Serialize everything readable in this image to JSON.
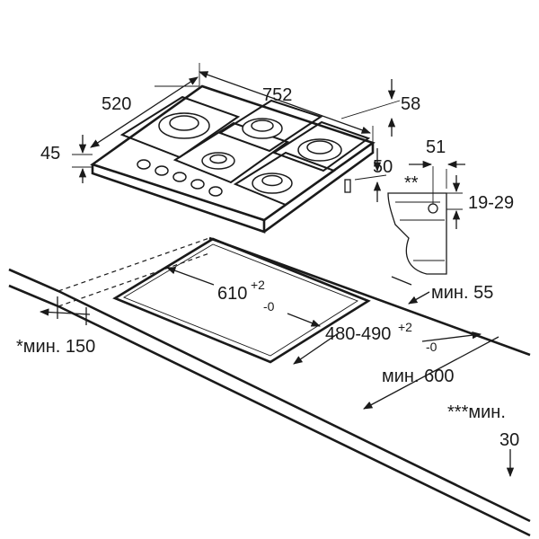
{
  "dimensions": {
    "hob_width": "752",
    "hob_depth": "520",
    "hob_height": "45",
    "rear_offset": "58",
    "side_offset": "50",
    "bracket_width": "51",
    "bracket_mark": "**",
    "worktop_thickness": "19-29",
    "cutout_width_main": "610",
    "cutout_width_plus": "+2",
    "cutout_width_minus": "-0",
    "cutout_depth_main": "480-490",
    "cutout_depth_plus": "+2",
    "cutout_depth_minus": "-0",
    "min_side": "мин. 55",
    "min_front": "*мин. 150",
    "min_worktop_depth": "мин. 600",
    "min_edge_label": "***мин.",
    "min_edge_value": "30"
  },
  "colors": {
    "line": "#1a1a1a",
    "background": "#ffffff"
  }
}
